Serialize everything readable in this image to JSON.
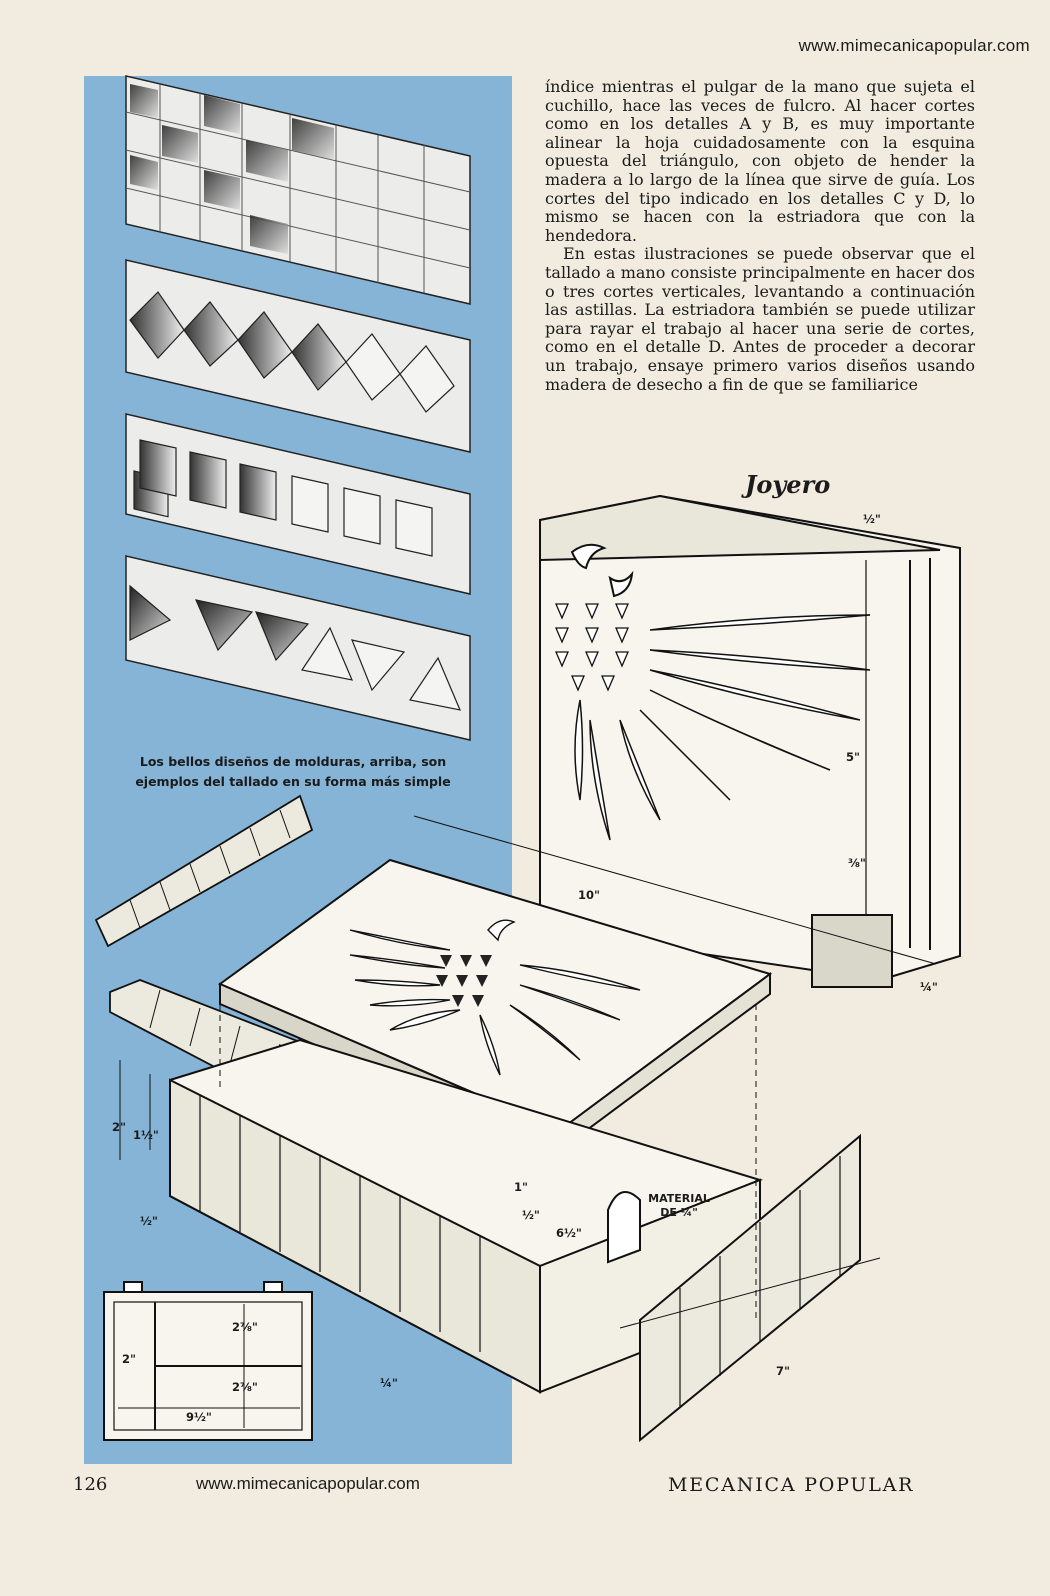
{
  "header": {
    "url": "www.mimecanicapopular.com"
  },
  "article": {
    "paragraphs": [
      "índice mientras el pulgar de la mano que sujeta el cuchillo, hace las veces de fulcro. Al hacer cortes como en los detalles A y B, es muy importante alinear la hoja cuidadosamente con la esquina opuesta del triángulo, con objeto de hender la madera a lo largo de la línea que sirve de guía. Los cortes del tipo indicado en los detalles C y D, lo mismo se hacen con la estriadora que con la hendedora.",
      "En estas ilustraciones se puede observar que el tallado a mano consiste principalmente en hacer dos o tres cortes verticales, levantando a continuación las astillas. La estriadora también se puede utilizar para rayar el trabajo al hacer una serie de cortes, como en el detalle D. Antes de proceder a decorar un trabajo, ensaye primero varios diseños usando madera de desecho a fin de que se familiarice"
    ]
  },
  "figure": {
    "caption": "Los bellos diseños de molduras, arriba, son ejemplos del tallado en su forma más simple",
    "title": "Joyero",
    "dimensions": {
      "half_top": "½\"",
      "five": "5\"",
      "three_eighths": "⅜\"",
      "quarter_right": "¼\"",
      "ten": "10\"",
      "two": "2\"",
      "one_half": "1½\"",
      "half_left": "½\"",
      "one": "1\"",
      "half_mid": "½\"",
      "six_half": "6½\"",
      "quarter_bottom": "¼\"",
      "seven": "7\"",
      "material": "MATERIAL DE ¼\""
    },
    "plan": {
      "two": "2\"",
      "two_seven_eighths_a": "2⅞\"",
      "two_seven_eighths_b": "2⅞\"",
      "nine_half": "9½\""
    }
  },
  "footer": {
    "page_number": "126",
    "url": "www.mimecanicapopular.com",
    "magazine": "MECANICA POPULAR"
  }
}
